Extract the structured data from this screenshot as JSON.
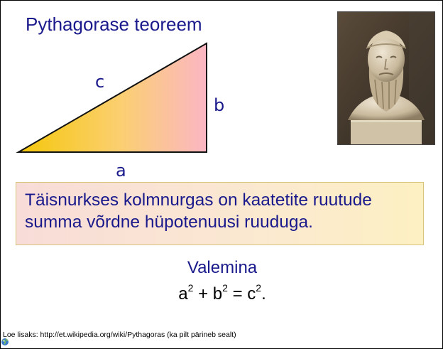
{
  "slide": {
    "title": "Pythagorase teoreem",
    "triangle_labels": {
      "c": "c",
      "b": "b",
      "a": "a"
    },
    "statement_lines": [
      "Täisnurkses kolmnurgas on kaatetite ruutude",
      "summa võrdne hüpotenuusi ruuduga."
    ],
    "formula_label": "Valemina",
    "formula": {
      "t1": "a",
      "e1": "2",
      "op1": " + ",
      "t2": "b",
      "e2": "2",
      "op2": " = ",
      "t3": "c",
      "e3": "2",
      "end": "."
    },
    "source_note": "Loe lisaks: http://et.wikipedia.org/wiki/Pythagoras (ka pilt pärineb sealt)"
  },
  "colors": {
    "title_text": "#1a1a8c",
    "triangle_gradient_start": "#f5c70a",
    "triangle_gradient_end": "#fbb6c4",
    "statement_bg_left": "#f8dcd8",
    "statement_bg_right": "#fdf0c2"
  },
  "icons": {
    "portrait": "bust-portrait-image",
    "globe": "globe-icon"
  }
}
